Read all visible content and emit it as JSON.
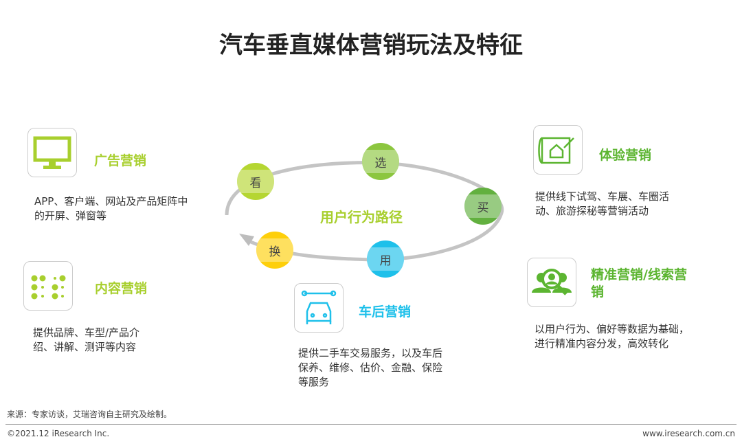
{
  "title": "汽车垂直媒体营销玩法及特征",
  "center_label": "用户行为路径",
  "steps": [
    "看",
    "选",
    "买",
    "用",
    "换"
  ],
  "colors": {
    "lime": "#a8cf2e",
    "green": "#5cb531",
    "cyan": "#1ec0ea",
    "yellow": "#fecf0a"
  },
  "cards": [
    {
      "title": "广告营销",
      "desc": "APP、客户端、网站及产品矩阵中的开屏、弹窗等",
      "icon": "monitor-icon"
    },
    {
      "title": "内容营销",
      "desc": "提供品牌、车型/产品介绍、讲解、测评等内容",
      "icon": "dots-grid-icon"
    },
    {
      "title": "车后营销",
      "desc": "提供二手车交易服务，以及车后保养、维修、估价、金融、保险等服务",
      "icon": "car-service-icon"
    },
    {
      "title": "体验营销",
      "desc": "提供线下试驾、车展、车圈活动、旅游探秘等营销活动",
      "icon": "landscape-house-icon"
    },
    {
      "title": "精准营销/线索营销",
      "desc": "以用户行为、偏好等数据为基础，进行精准内容分发，高效转化",
      "icon": "people-search-icon"
    }
  ],
  "source": "来源：专家访谈，艾瑞咨询自主研究及绘制。",
  "copyright": "©2021.12 iResearch Inc.",
  "website": "www.iresearch.com.cn"
}
